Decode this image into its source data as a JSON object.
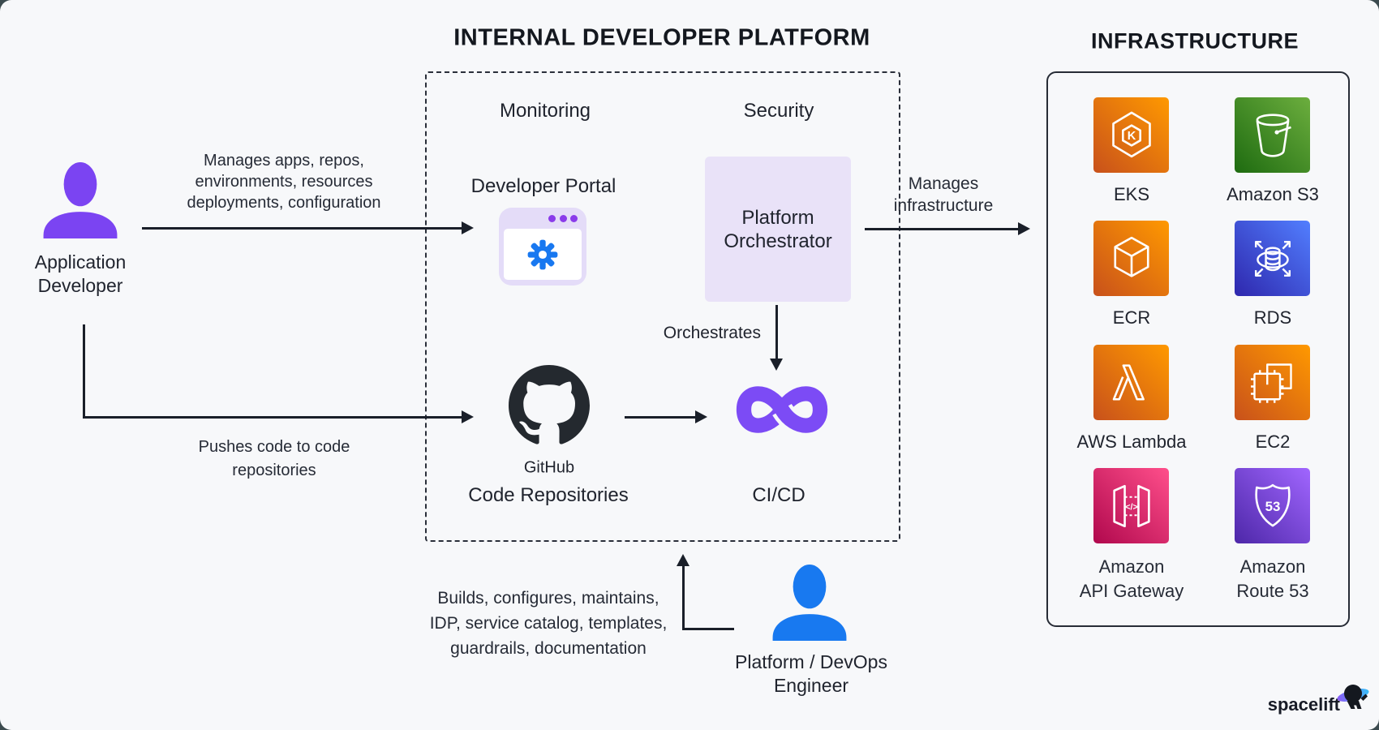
{
  "titles": {
    "platform": "INTERNAL DEVELOPER PLATFORM",
    "infrastructure": "INFRASTRUCTURE"
  },
  "colors": {
    "background": "#F7F8FA",
    "text": "#262B36",
    "arrow": "#1A1F29",
    "app_developer_purple": "#7B44F2",
    "devops_engineer_blue": "#1879F0",
    "cicd_purple": "#7C4BF5",
    "orchestrator_bg": "#E9E2F8",
    "portal_bg": "#E4DCF8",
    "portal_dots": "#8A3BEA",
    "portal_gear_blue": "#1878F0",
    "github_dark": "#24292F"
  },
  "actors": {
    "application_developer": {
      "label": [
        "Application",
        "Developer"
      ]
    },
    "devops_engineer": {
      "label": [
        "Platform / DevOps",
        "Engineer"
      ]
    }
  },
  "annotations": {
    "manages_apps": [
      "Manages apps, repos,",
      "environments, resources",
      "deployments, configuration"
    ],
    "pushes_code": [
      "Pushes code to code",
      "repositories"
    ],
    "manages_infrastructure": [
      "Manages",
      "infrastructure"
    ],
    "orchestrates": "Orchestrates",
    "builds": [
      "Builds, configures, maintains,",
      "IDP, service catalog, templates,",
      "guardrails, documentation"
    ]
  },
  "platform": {
    "monitoring": "Monitoring",
    "security": "Security",
    "developer_portal": "Developer Portal",
    "orchestrator": [
      "Platform",
      "Orchestrator"
    ],
    "github": "GitHub",
    "code_repositories": "Code Repositories",
    "cicd": "CI/CD"
  },
  "infrastructure": {
    "services": [
      {
        "label": [
          "EKS"
        ],
        "palette": "orange"
      },
      {
        "label": [
          "Amazon S3"
        ],
        "palette": "green"
      },
      {
        "label": [
          "ECR"
        ],
        "palette": "orange"
      },
      {
        "label": [
          "RDS"
        ],
        "palette": "blue"
      },
      {
        "label": [
          "AWS Lambda"
        ],
        "palette": "orange"
      },
      {
        "label": [
          "EC2"
        ],
        "palette": "orange"
      },
      {
        "label": [
          "Amazon",
          "API Gateway"
        ],
        "palette": "pink"
      },
      {
        "label": [
          "Amazon",
          "Route 53"
        ],
        "palette": "purple"
      }
    ],
    "palettes": {
      "orange": [
        "#C8511B",
        "#FF9900"
      ],
      "green": [
        "#1E6B10",
        "#6CAE3E"
      ],
      "blue": [
        "#2E27AD",
        "#527FFF"
      ],
      "pink": [
        "#B0084D",
        "#FF4F8B"
      ],
      "purple": [
        "#4D27A8",
        "#A166FF"
      ]
    },
    "icon_glyphs": {
      "eks_k": "K",
      "api_code": "</>",
      "route53": "53"
    }
  },
  "branding": {
    "logo_text": "spacelift"
  }
}
